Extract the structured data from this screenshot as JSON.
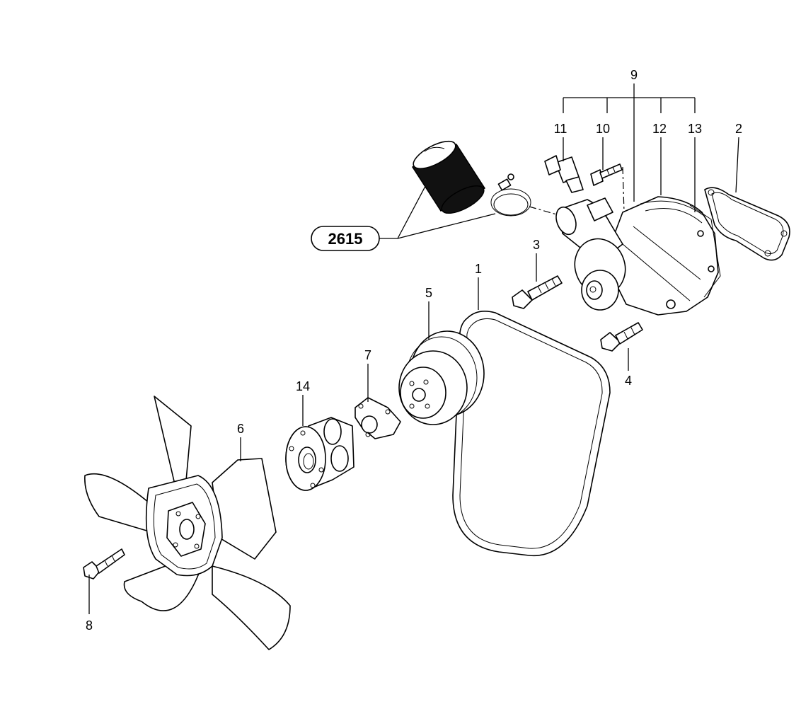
{
  "reference": {
    "label": "2615",
    "background": "#ffffff",
    "ink": "#000000"
  },
  "callouts": [
    {
      "id": "1",
      "label": "1"
    },
    {
      "id": "2",
      "label": "2"
    },
    {
      "id": "3",
      "label": "3"
    },
    {
      "id": "4",
      "label": "4"
    },
    {
      "id": "5",
      "label": "5"
    },
    {
      "id": "6",
      "label": "6"
    },
    {
      "id": "7",
      "label": "7"
    },
    {
      "id": "8",
      "label": "8"
    },
    {
      "id": "9",
      "label": "9"
    },
    {
      "id": "10",
      "label": "10"
    },
    {
      "id": "11",
      "label": "11"
    },
    {
      "id": "12",
      "label": "12"
    },
    {
      "id": "13",
      "label": "13"
    },
    {
      "id": "14",
      "label": "14"
    }
  ]
}
